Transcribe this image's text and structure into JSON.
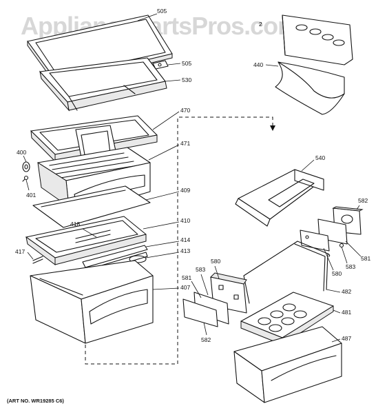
{
  "watermark": "AppliancePartsPros.com",
  "art_number": "(ART NO. WR19285 C6)",
  "labels": {
    "l505a": "505",
    "l2": "2",
    "l505b": "505",
    "l530": "530",
    "l440": "440",
    "l470": "470",
    "l471": "471",
    "l400": "400",
    "l401": "401",
    "l409": "409",
    "l540": "540",
    "l410": "410",
    "l418": "418",
    "l582a": "582",
    "l414": "414",
    "l417": "417",
    "l413": "413",
    "l581a": "581",
    "l583a": "583",
    "l580a": "580",
    "l583b": "583",
    "l580b": "580",
    "l407": "407",
    "l581b": "581",
    "l482": "482",
    "l481": "481",
    "l582b": "582",
    "l487": "487"
  }
}
